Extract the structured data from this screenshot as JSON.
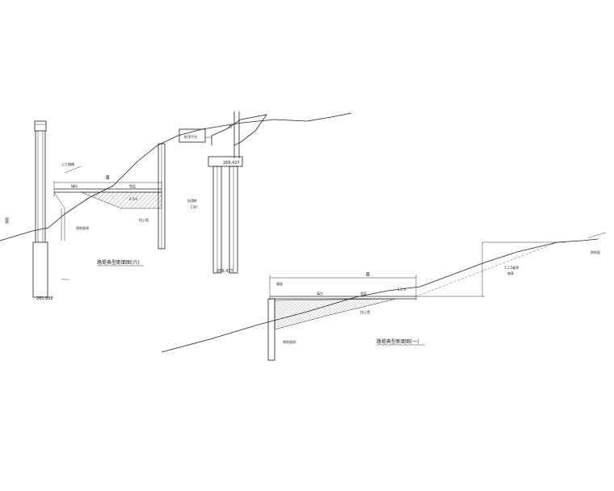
{
  "section_left": {
    "caption": "路堤典型断面图(六)",
    "dim_label": "B",
    "pile_top_label": "0.5m",
    "pile_side_label": "抗滑桩",
    "pile_bottom_elev": "261.888",
    "left_note": "路面",
    "label_a": "土工格栅",
    "label_b": "填料",
    "label_c": "垫层",
    "label_d": "原地面线",
    "label_e": "挡土墙"
  },
  "section_mid": {
    "box_label": "桩顶平台",
    "cap_elev": "266.427",
    "pile_label": "抗滑桩",
    "pile_label2": "C30",
    "pile_bottom_elev": "259.427"
  },
  "section_right": {
    "caption": "路堤典型断面图(一)",
    "dim_label": "B",
    "label_a": "路面",
    "label_b": "填方",
    "label_c": "垫层",
    "label_d": "原地面线",
    "label_e": "挡土墙",
    "label_f": "1:1.5",
    "slope_label": "1:1.5坡率",
    "slope_label2": "坡高",
    "far_label": "原地面"
  }
}
